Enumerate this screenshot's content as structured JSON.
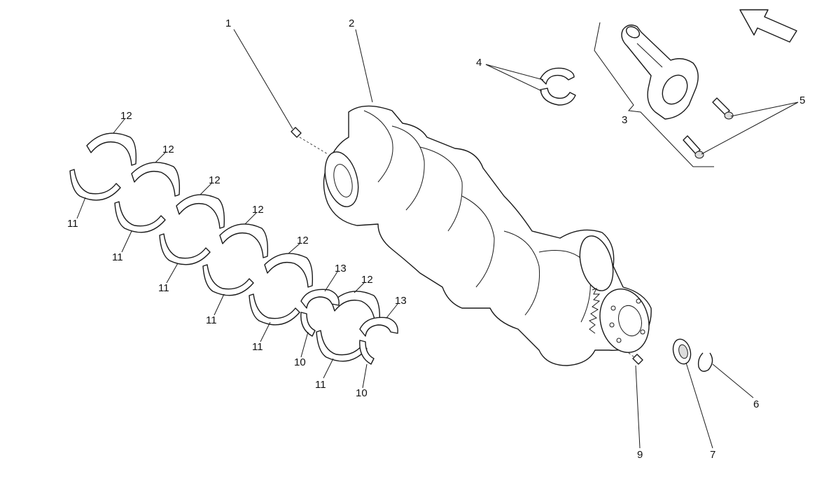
{
  "diagram": {
    "labels": {
      "part_1": "1",
      "part_2": "2",
      "part_3": "3",
      "part_4": "4",
      "part_5": "5",
      "part_6": "6",
      "part_7": "7",
      "part_9": "9",
      "part_10_a": "10",
      "part_10_b": "10",
      "part_11_a": "11",
      "part_11_b": "11",
      "part_11_c": "11",
      "part_11_d": "11",
      "part_11_e": "11",
      "part_11_f": "11",
      "part_12_a": "12",
      "part_12_b": "12",
      "part_12_c": "12",
      "part_12_d": "12",
      "part_12_e": "12",
      "part_12_f": "12",
      "part_13_a": "13",
      "part_13_b": "13"
    },
    "icons": {
      "direction_arrow": "direction-arrow-icon"
    },
    "colors": {
      "line": "#1a1a1a",
      "background": "#ffffff"
    }
  }
}
